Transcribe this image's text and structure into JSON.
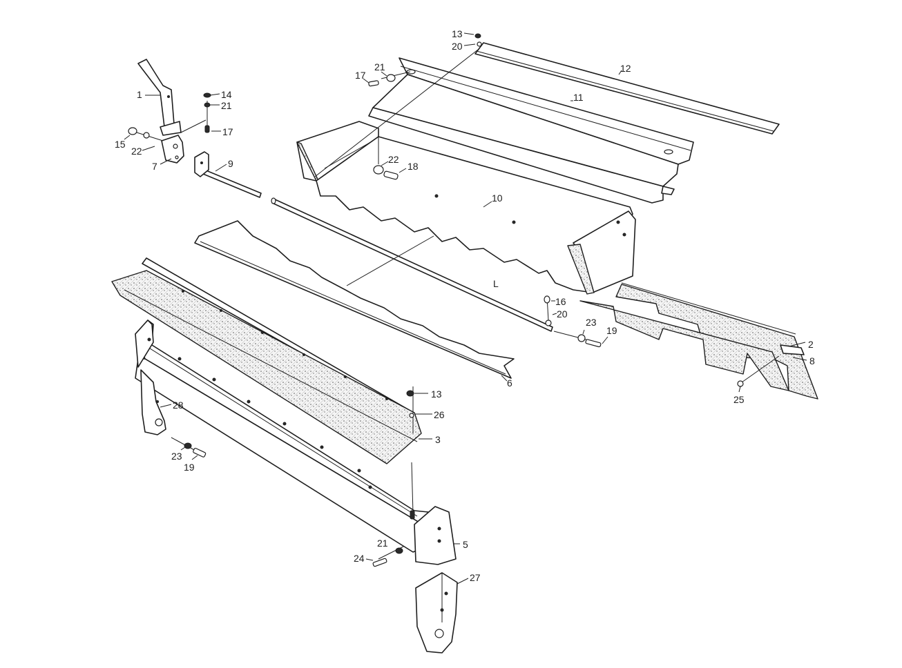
{
  "callouts": [
    {
      "id": "l1",
      "text": "1"
    },
    {
      "id": "l2",
      "text": "2"
    },
    {
      "id": "l3",
      "text": "3"
    },
    {
      "id": "l4",
      "text": "L"
    },
    {
      "id": "l5",
      "text": "5"
    },
    {
      "id": "l6",
      "text": "6"
    },
    {
      "id": "l7",
      "text": "7"
    },
    {
      "id": "l8",
      "text": "8"
    },
    {
      "id": "l9",
      "text": "9"
    },
    {
      "id": "l10",
      "text": "10"
    },
    {
      "id": "l11",
      "text": "11"
    },
    {
      "id": "l12",
      "text": "12"
    },
    {
      "id": "l13a",
      "text": "13"
    },
    {
      "id": "l13b",
      "text": "13"
    },
    {
      "id": "l14",
      "text": "14"
    },
    {
      "id": "l15",
      "text": "15"
    },
    {
      "id": "l16",
      "text": "16"
    },
    {
      "id": "l17a",
      "text": "17"
    },
    {
      "id": "l17b",
      "text": "17"
    },
    {
      "id": "l18",
      "text": "18"
    },
    {
      "id": "l19a",
      "text": "19"
    },
    {
      "id": "l19b",
      "text": "19"
    },
    {
      "id": "l20a",
      "text": "20"
    },
    {
      "id": "l20b",
      "text": "20"
    },
    {
      "id": "l21a",
      "text": "21"
    },
    {
      "id": "l21b",
      "text": "21"
    },
    {
      "id": "l21c",
      "text": "21"
    },
    {
      "id": "l22a",
      "text": "22"
    },
    {
      "id": "l22b",
      "text": "22"
    },
    {
      "id": "l23a",
      "text": "23"
    },
    {
      "id": "l23b",
      "text": "23"
    },
    {
      "id": "l24",
      "text": "24"
    },
    {
      "id": "l25",
      "text": "25"
    },
    {
      "id": "l26",
      "text": "26"
    },
    {
      "id": "l27",
      "text": "27"
    },
    {
      "id": "l28",
      "text": "28"
    }
  ]
}
